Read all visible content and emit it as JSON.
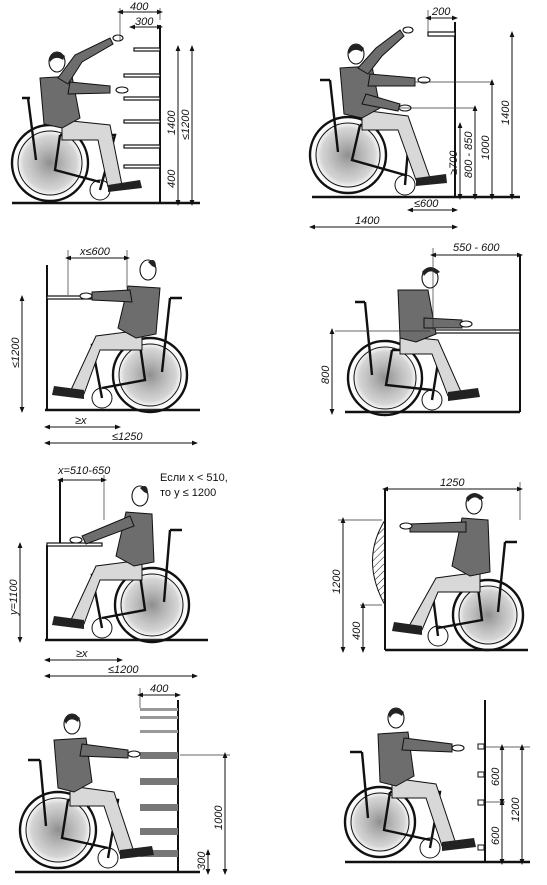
{
  "panels": [
    {
      "id": "p1",
      "labels": [
        "400",
        "300",
        "1400",
        "≤1200",
        "400"
      ]
    },
    {
      "id": "p2",
      "labels": [
        "200",
        "1400",
        "1000",
        "800 - 850",
        "≥700",
        "1400",
        "≤600"
      ]
    },
    {
      "id": "p3",
      "labels": [
        "x≤600",
        "≤1200",
        "≥x",
        "≤1250"
      ]
    },
    {
      "id": "p4",
      "labels": [
        "550 - 600",
        "800"
      ]
    },
    {
      "id": "p5",
      "labels": [
        "x=510-650",
        "y=1100",
        "≥x",
        "≤1200"
      ],
      "note_line1": "Если x < 510,",
      "note_line2": "то y ≤ 1200"
    },
    {
      "id": "p6",
      "labels": [
        "1250",
        "1200",
        "400"
      ]
    },
    {
      "id": "p7",
      "labels": [
        "400",
        "1000",
        "300"
      ]
    },
    {
      "id": "p8",
      "labels": [
        "600",
        "1200",
        "600"
      ]
    }
  ],
  "colors": {
    "ink": "#111111",
    "paper": "#ffffff",
    "shade": "#8a8a8a"
  }
}
